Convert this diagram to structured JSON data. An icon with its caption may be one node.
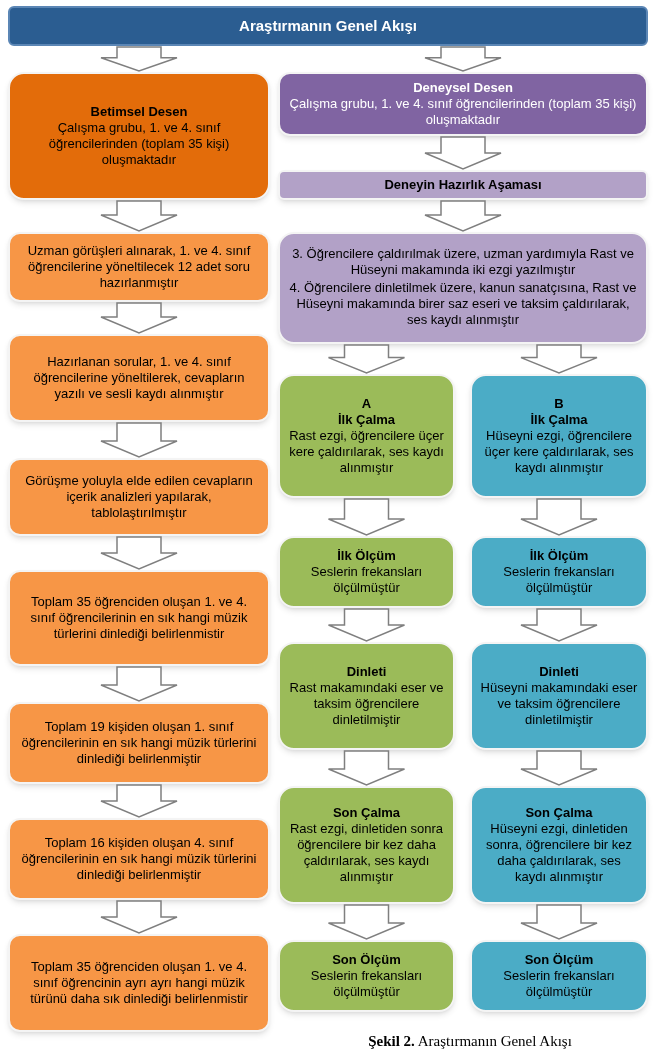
{
  "diagram": {
    "caption": "**Şekil 2.** Araştırmanın Genel Akışı",
    "nodes": [
      {
        "text": [
          "Araştırmanın Genel Akışı"
        ]
      },
      {
        "text": [
          "Betimsel Desen",
          "Çalışma grubu, 1. ve 4. sınıf öğrencilerinden (toplam 35 kişi) oluşmaktadır"
        ]
      },
      {
        "text": [
          "Uzman görüşleri alınarak, 1. ve 4. sınıf öğrencilerine yöneltilecek 12 adet soru hazırlanmıştır"
        ]
      },
      {
        "text": [
          "Hazırlanan sorular, 1. ve 4. sınıf öğrencilerine yöneltilerek, cevapların yazılı ve sesli kaydı alınmıştır"
        ]
      },
      {
        "text": [
          "Görüşme yoluyla elde edilen cevapların içerik analizleri yapılarak, tablolaştırılmıştır"
        ]
      },
      {
        "text": [
          "Toplam 35 öğrenciden oluşan 1. ve 4. sınıf öğrencilerinin en sık hangi müzik türlerini dinlediği belirlenmistir"
        ]
      },
      {
        "text": [
          "Toplam 19 kişiden oluşan 1. sınıf öğrencilerinin en sık hangi müzik türlerini dinlediği belirlenmiştir"
        ]
      },
      {
        "text": [
          "Toplam 16 kişiden oluşan 4. sınıf öğrencilerinin en sık hangi müzik türlerini dinlediği belirlenmiştir"
        ]
      },
      {
        "text": [
          "Toplam 35 öğrenciden oluşan 1. ve 4. sınıf öğrencinin ayrı ayrı hangi müzik türünü daha sık dinlediği belirlenmistir"
        ]
      },
      {
        "text": [
          "Deneysel Desen",
          "Çalışma grubu, 1. ve 4. sınıf öğrencilerinden (toplam 35 kişi) oluşmaktadır"
        ]
      },
      {
        "text": [
          "Deneyin Hazırlık Aşaması"
        ]
      },
      {
        "text": [
          "3. Öğrencilere çaldırılmak üzere, uzman yardımıyla Rast ve Hüseyni makamında iki ezgi yazılmıştır",
          "4. Öğrencilere dinletilmek üzere, kanun sanatçısına, Rast ve Hüseyni makamında birer saz eseri ve taksim çaldırılarak, ses kaydı alınmıştır"
        ]
      },
      {
        "text": [
          "A",
          "İlk Çalma",
          "Rast ezgi, öğrencilere üçer kere çaldırılarak, ses kaydı alınmıştır"
        ]
      },
      {
        "text": [
          "B",
          "İlk Çalma",
          "Hüseyni ezgi, öğrencilere üçer kere çaldırılarak, ses kaydı alınmıştır"
        ]
      },
      {
        "text": [
          "İlk Ölçüm",
          "Seslerin frekansları ölçülmüştür"
        ]
      },
      {
        "text": [
          "İlk Ölçüm",
          "Seslerin frekansları ölçülmüştür"
        ]
      },
      {
        "text": [
          "Dinleti",
          "Rast makamındaki eser ve taksim öğrencilere dinletilmiştir"
        ]
      },
      {
        "text": [
          "Dinleti",
          "Hüseyni makamındaki eser ve taksim öğrencilere dinletilmiştir"
        ]
      },
      {
        "text": [
          "Son Çalma",
          "Rast ezgi, dinletiden sonra öğrencilere bir kez daha çaldırılarak, ses kaydı alınmıştır"
        ]
      },
      {
        "text": [
          "Son Çalma",
          "Hüseyni ezgi, dinletiden sonra, öğrencilere bir kez daha çaldırılarak, ses kaydı alınmıştır"
        ]
      },
      {
        "text": [
          "Son Ölçüm",
          "Seslerin frekansları ölçülmüştür"
        ]
      },
      {
        "text": [
          "Son Ölçüm",
          "Seslerin frekansları ölçülmüştür"
        ]
      }
    ],
    "edges": [
      {
        "from": 0,
        "to": 1,
        "arrow": "to"
      },
      {
        "from": 1,
        "to": 2,
        "arrow": "to"
      },
      {
        "from": 2,
        "to": 3,
        "arrow": "to"
      },
      {
        "from": 3,
        "to": 4,
        "arrow": "to"
      },
      {
        "from": 4,
        "to": 5,
        "arrow": "to"
      },
      {
        "from": 5,
        "to": 6,
        "arrow": "to"
      },
      {
        "from": 6,
        "to": 7,
        "arrow": "to"
      },
      {
        "from": 7,
        "to": 8,
        "arrow": "to"
      },
      {
        "from": 0,
        "to": 9,
        "arrow": "to"
      },
      {
        "from": 9,
        "to": 10,
        "arrow": "to"
      },
      {
        "from": 10,
        "to": 11,
        "arrow": "to"
      },
      {
        "from": 11,
        "to": 12,
        "arrow": "to"
      },
      {
        "from": 11,
        "to": 13,
        "arrow": "to"
      },
      {
        "from": 12,
        "to": 14,
        "arrow": "to"
      },
      {
        "from": 13,
        "to": 15,
        "arrow": "to"
      },
      {
        "from": 14,
        "to": 16,
        "arrow": "to"
      },
      {
        "from": 15,
        "to": 17,
        "arrow": "to"
      },
      {
        "from": 16,
        "to": 18,
        "arrow": "to"
      },
      {
        "from": 17,
        "to": 19,
        "arrow": "to"
      },
      {
        "from": 18,
        "to": 20,
        "arrow": "to"
      },
      {
        "from": 19,
        "to": 21,
        "arrow": "to"
      }
    ]
  }
}
